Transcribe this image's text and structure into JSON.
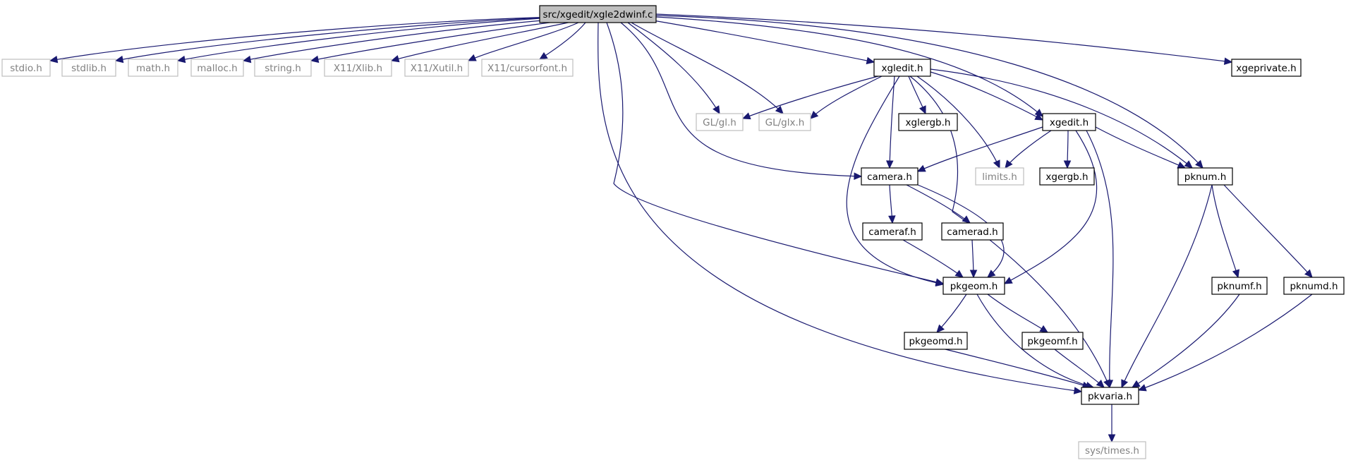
{
  "colors": {
    "edge": "#191970",
    "root_fill": "#bfbfbf",
    "node_border": "#000000",
    "external_border": "#bfbfbf",
    "external_text": "#808080"
  },
  "nodes": [
    {
      "id": "root",
      "label": "src/xgedit/xgle2dwinf.c",
      "kind": "root"
    },
    {
      "id": "stdio",
      "label": "stdio.h",
      "kind": "external"
    },
    {
      "id": "stdlib",
      "label": "stdlib.h",
      "kind": "external"
    },
    {
      "id": "math",
      "label": "math.h",
      "kind": "external"
    },
    {
      "id": "malloc",
      "label": "malloc.h",
      "kind": "external"
    },
    {
      "id": "string",
      "label": "string.h",
      "kind": "external"
    },
    {
      "id": "xlib",
      "label": "X11/Xlib.h",
      "kind": "external"
    },
    {
      "id": "xutil",
      "label": "X11/Xutil.h",
      "kind": "external"
    },
    {
      "id": "cursorfont",
      "label": "X11/cursorfont.h",
      "kind": "external"
    },
    {
      "id": "xgledit",
      "label": "xgledit.h",
      "kind": "file"
    },
    {
      "id": "xgeprivate",
      "label": "xgeprivate.h",
      "kind": "file"
    },
    {
      "id": "glh",
      "label": "GL/gl.h",
      "kind": "external"
    },
    {
      "id": "glx",
      "label": "GL/glx.h",
      "kind": "external"
    },
    {
      "id": "xglergb",
      "label": "xglergb.h",
      "kind": "file"
    },
    {
      "id": "xgedit",
      "label": "xgedit.h",
      "kind": "file"
    },
    {
      "id": "camera",
      "label": "camera.h",
      "kind": "file"
    },
    {
      "id": "limits",
      "label": "limits.h",
      "kind": "external"
    },
    {
      "id": "xgergb",
      "label": "xgergb.h",
      "kind": "file"
    },
    {
      "id": "pknum",
      "label": "pknum.h",
      "kind": "file"
    },
    {
      "id": "cameraf",
      "label": "cameraf.h",
      "kind": "file"
    },
    {
      "id": "camerad",
      "label": "camerad.h",
      "kind": "file"
    },
    {
      "id": "pkgeom",
      "label": "pkgeom.h",
      "kind": "file"
    },
    {
      "id": "pknumf",
      "label": "pknumf.h",
      "kind": "file"
    },
    {
      "id": "pknumd",
      "label": "pknumd.h",
      "kind": "file"
    },
    {
      "id": "pkgeomd",
      "label": "pkgeomd.h",
      "kind": "file"
    },
    {
      "id": "pkgeomf",
      "label": "pkgeomf.h",
      "kind": "file"
    },
    {
      "id": "pkvaria",
      "label": "pkvaria.h",
      "kind": "file"
    },
    {
      "id": "systimes",
      "label": "sys/times.h",
      "kind": "external"
    }
  ],
  "edges": [
    {
      "from": "root",
      "to": "stdio"
    },
    {
      "from": "root",
      "to": "stdlib"
    },
    {
      "from": "root",
      "to": "math"
    },
    {
      "from": "root",
      "to": "malloc"
    },
    {
      "from": "root",
      "to": "string"
    },
    {
      "from": "root",
      "to": "xlib"
    },
    {
      "from": "root",
      "to": "xutil"
    },
    {
      "from": "root",
      "to": "cursorfont"
    },
    {
      "from": "root",
      "to": "xgledit"
    },
    {
      "from": "root",
      "to": "xgeprivate"
    },
    {
      "from": "root",
      "to": "glh"
    },
    {
      "from": "root",
      "to": "glx"
    },
    {
      "from": "root",
      "to": "camera"
    },
    {
      "from": "root",
      "to": "pkgeom"
    },
    {
      "from": "root",
      "to": "pkvaria"
    },
    {
      "from": "root",
      "to": "xgedit"
    },
    {
      "from": "root",
      "to": "pknum"
    },
    {
      "from": "xgledit",
      "to": "glh"
    },
    {
      "from": "xgledit",
      "to": "glx"
    },
    {
      "from": "xgledit",
      "to": "xglergb"
    },
    {
      "from": "xgledit",
      "to": "xgedit"
    },
    {
      "from": "xgledit",
      "to": "camera"
    },
    {
      "from": "xgledit",
      "to": "limits"
    },
    {
      "from": "xgledit",
      "to": "pknum"
    },
    {
      "from": "xgledit",
      "to": "pkgeom"
    },
    {
      "from": "xgledit",
      "to": "pkvaria"
    },
    {
      "from": "xgedit",
      "to": "camera"
    },
    {
      "from": "xgedit",
      "to": "limits"
    },
    {
      "from": "xgedit",
      "to": "xgergb"
    },
    {
      "from": "xgedit",
      "to": "pknum"
    },
    {
      "from": "xgedit",
      "to": "pkgeom"
    },
    {
      "from": "xgedit",
      "to": "pkvaria"
    },
    {
      "from": "camera",
      "to": "cameraf"
    },
    {
      "from": "camera",
      "to": "camerad"
    },
    {
      "from": "camera",
      "to": "pkgeom"
    },
    {
      "from": "cameraf",
      "to": "pkgeom"
    },
    {
      "from": "camerad",
      "to": "pkgeom"
    },
    {
      "from": "pknum",
      "to": "pknumf"
    },
    {
      "from": "pknum",
      "to": "pknumd"
    },
    {
      "from": "pknum",
      "to": "pkvaria"
    },
    {
      "from": "pknumf",
      "to": "pkvaria"
    },
    {
      "from": "pknumd",
      "to": "pkvaria"
    },
    {
      "from": "pkgeom",
      "to": "pkgeomd"
    },
    {
      "from": "pkgeom",
      "to": "pkgeomf"
    },
    {
      "from": "pkgeom",
      "to": "pkvaria"
    },
    {
      "from": "pkgeomd",
      "to": "pkvaria"
    },
    {
      "from": "pkgeomf",
      "to": "pkvaria"
    },
    {
      "from": "pkvaria",
      "to": "systimes"
    }
  ]
}
